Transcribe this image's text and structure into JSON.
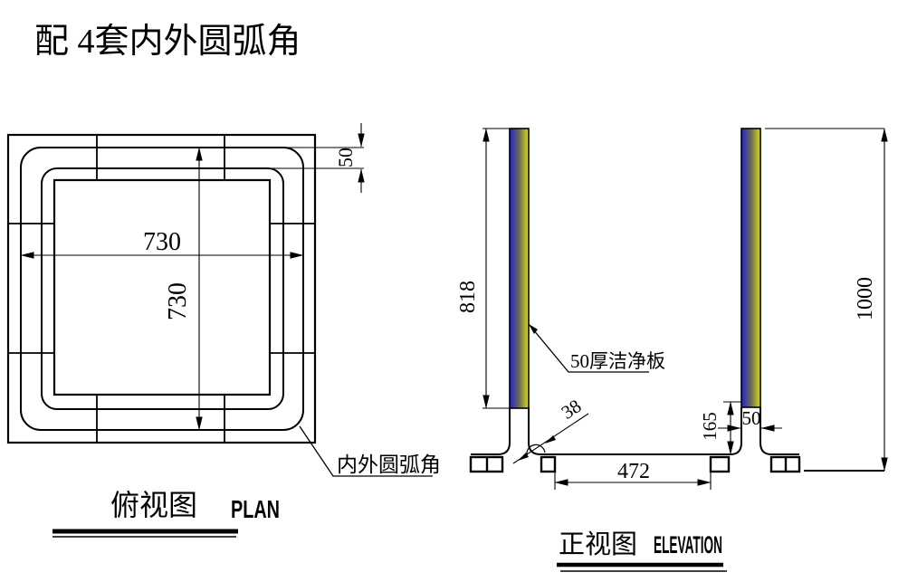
{
  "title": "配 4套内外圆弧角",
  "plan": {
    "name_cn": "俯视图",
    "name_en": "PLAN",
    "dim_width": "730",
    "dim_height": "730",
    "dim_corner_gap": "50",
    "corner_note": "内外圆弧角"
  },
  "elevation": {
    "name_cn": "正视图",
    "name_en": "ELEVATION",
    "dim_left_panel_height": "818",
    "dim_total_height": "1000",
    "dim_foot_height": "165",
    "dim_panel_thickness": "50",
    "dim_base_span": "472",
    "dim_fillet": "38",
    "panel_note": "50厚洁净板"
  },
  "colors": {
    "line": "#000000",
    "panel_gradient_start": "#2121cf",
    "panel_gradient_mid": "#6a6a52",
    "panel_gradient_end": "#d9d91e"
  }
}
